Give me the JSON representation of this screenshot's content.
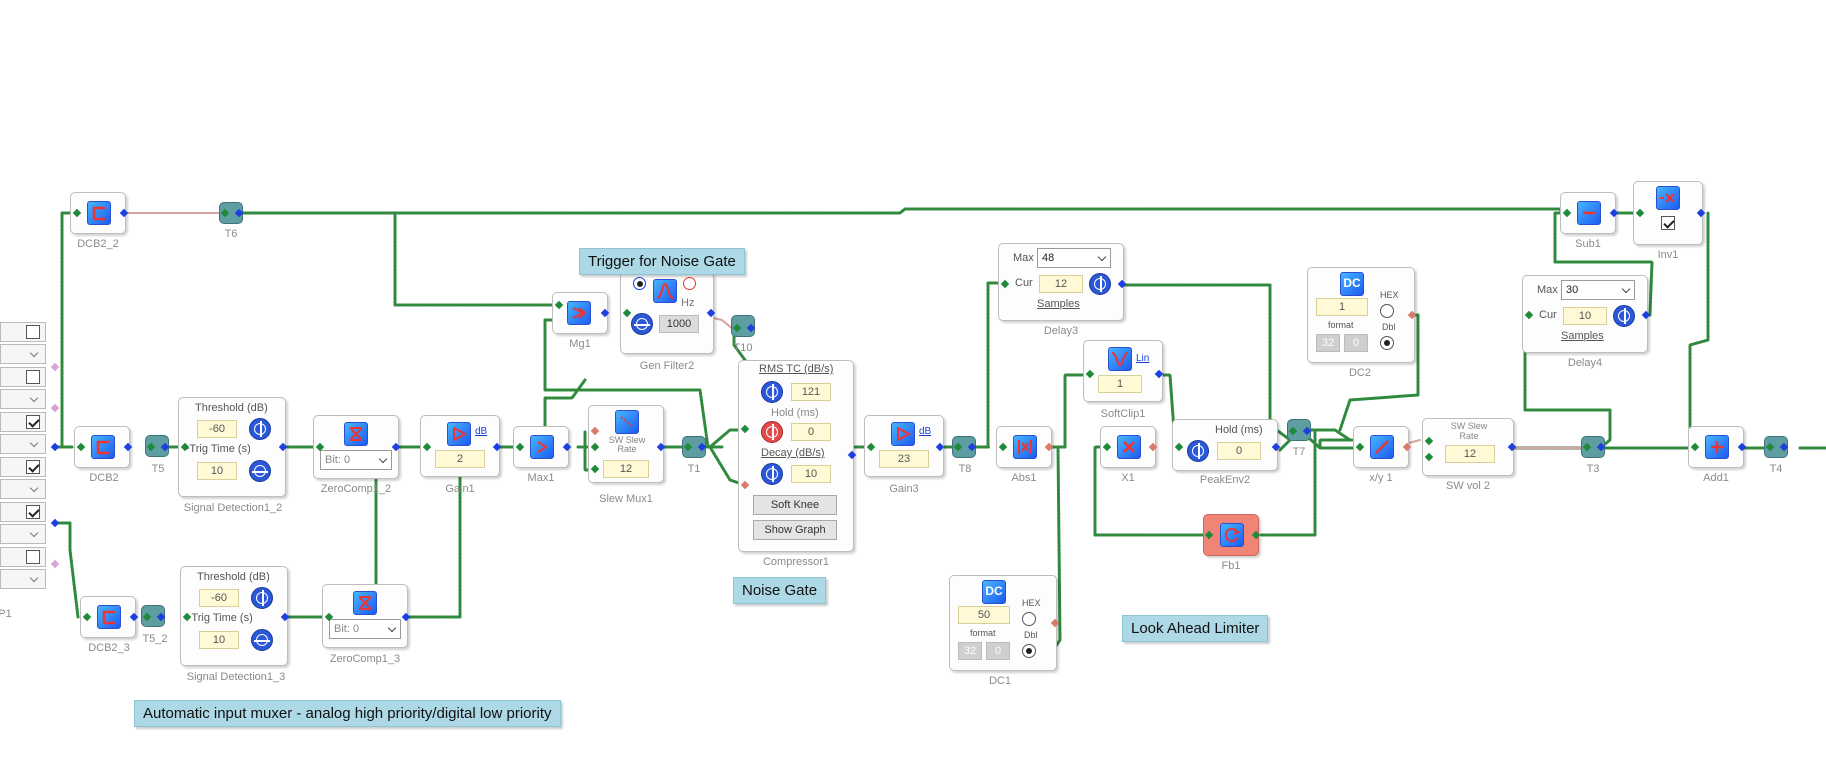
{
  "comments": {
    "trigger_noise_gate": "Trigger for Noise Gate",
    "noise_gate": "Noise Gate",
    "look_ahead_limiter": "Look Ahead Limiter",
    "auto_input_muxer": "Automatic input muxer - analog high priority/digital low priority"
  },
  "blocks": {
    "dcb2_2": "DCB2_2",
    "t6": "T6",
    "dcb2": "DCB2",
    "t5": "T5",
    "dcb2_3": "DCB2_3",
    "t5_2": "T5_2",
    "sd1_2": "Signal Detection1_2",
    "sd1_3": "Signal Detection1_3",
    "zerocomp1_2": "ZeroComp1_2",
    "zerocomp1_3": "ZeroComp1_3",
    "gain1": "Gain1",
    "max1": "Max1",
    "slewmux1": "Slew Mux1",
    "mg1": "Mg1",
    "genfilter2": "Gen Filter2",
    "t10": "T10",
    "t1": "T1",
    "compressor1": "Compressor1",
    "gain3": "Gain3",
    "t8": "T8",
    "abs1": "Abs1",
    "delay3": "Delay3",
    "softclip1": "SoftClip1",
    "x1": "X1",
    "peakenv2": "PeakEnv2",
    "fb1": "Fb1",
    "dc1": "DC1",
    "dc2": "DC2",
    "t7": "T7",
    "xy1": "x/y 1",
    "swvol2": "SW vol 2",
    "t3": "T3",
    "sub1": "Sub1",
    "inv1": "Inv1",
    "delay4": "Delay4",
    "add1": "Add1",
    "t4": "T4",
    "p1": "P1"
  },
  "controls": {
    "threshold_label": "Threshold (dB)",
    "threshold_value": "-60",
    "trig_time_label": "~Trig Time (s)",
    "trig_time_value": "10",
    "bit_select": "Bit: 0",
    "gain1_value": "2",
    "gain3_value": "23",
    "db_link": "dB",
    "sw_slew_rate": "SW Slew Rate",
    "slewmux_value": "12",
    "genfilter_hz": "Hz",
    "genfilter_value": "1000",
    "rms_tc_label": "RMS TC (dB/s)",
    "rms_tc_value": "121",
    "hold_label": "Hold (ms)",
    "hold_value": "0",
    "decay_label": "Decay (dB/s)",
    "decay_value": "10",
    "soft_knee_btn": "Soft Knee",
    "show_graph_btn": "Show Graph",
    "delay3_max_label": "Max",
    "delay3_max_value": "48",
    "delay3_cur_label": "Cur",
    "delay3_cur_value": "12",
    "samples_link": "Samples",
    "softclip_lin": "Lin",
    "softclip_value": "1",
    "peakenv_hold_label": "Hold (ms)",
    "peakenv_hold_value": "0",
    "dc_icon_text": "DC",
    "dc1_value": "50",
    "dc2_value": "1",
    "hex_label": "HEX",
    "dbl_label": "Dbl",
    "format_label": "format",
    "format_a": "32",
    "format_b": "0",
    "swvol_value": "12",
    "delay4_max_value": "30",
    "delay4_cur_value": "10"
  }
}
